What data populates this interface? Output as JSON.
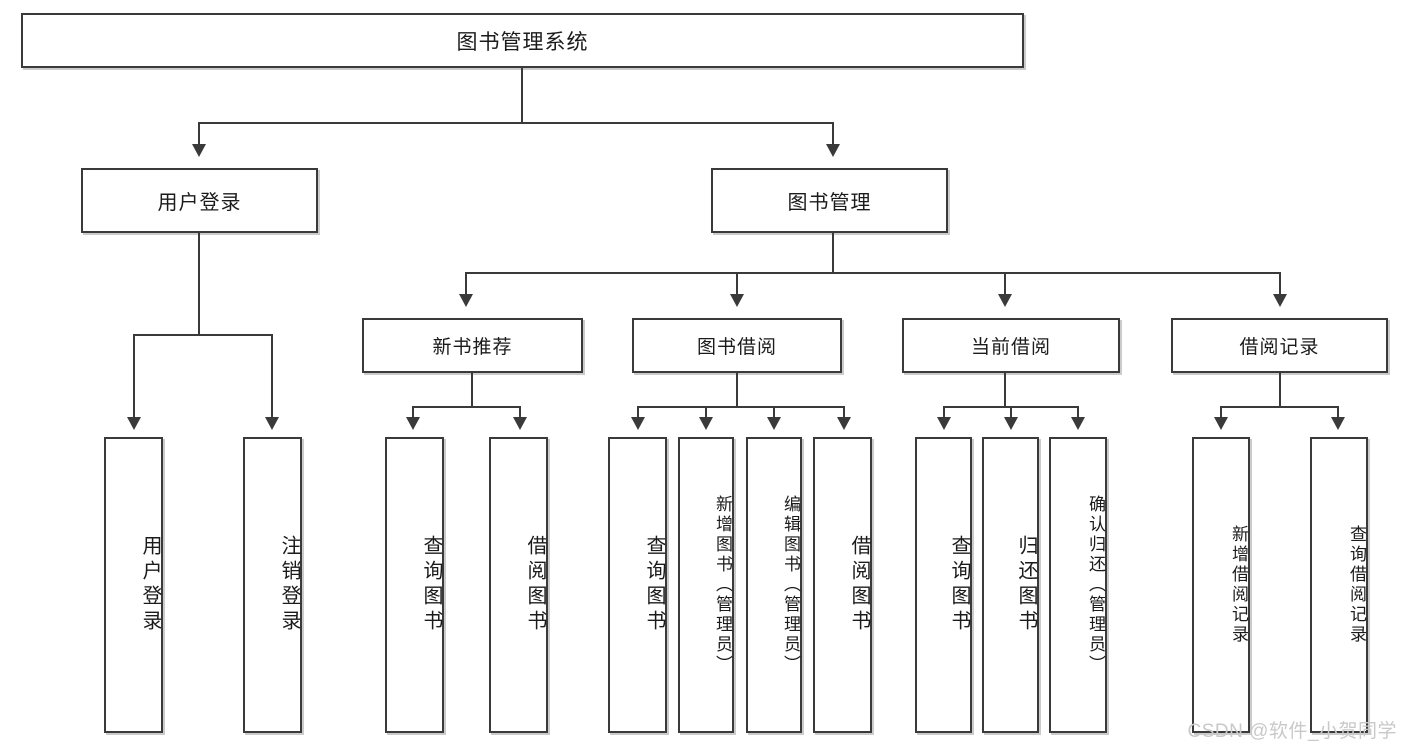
{
  "diagram": {
    "title": "图书管理系统",
    "type": "tree",
    "watermark": "CSDN @软件_小贺同学",
    "colors": {
      "box_border": "#3a3a3a",
      "box_fill": "#ffffff",
      "connector": "#3a3a3a",
      "text": "#1b1b1b",
      "watermark": "#c9c9c9",
      "background": "#ffffff"
    },
    "root": {
      "label": "图书管理系统"
    },
    "level2": [
      {
        "id": "user-login",
        "label": "用户登录"
      },
      {
        "id": "book-manage",
        "label": "图书管理"
      }
    ],
    "level3": [
      {
        "id": "new-book-recommend",
        "label": "新书推荐"
      },
      {
        "id": "book-borrow",
        "label": "图书借阅"
      },
      {
        "id": "current-borrow",
        "label": "当前借阅"
      },
      {
        "id": "borrow-record",
        "label": "借阅记录"
      }
    ],
    "leaves": {
      "user_login": [
        {
          "id": "leaf-user-login",
          "label": "用户登录"
        },
        {
          "id": "leaf-user-logout",
          "label": "注销登录"
        }
      ],
      "new_book_recommend": [
        {
          "id": "leaf-query-book-1",
          "label": "查询图书"
        },
        {
          "id": "leaf-borrow-book-1",
          "label": "借阅图书"
        }
      ],
      "book_borrow": [
        {
          "id": "leaf-query-book-2",
          "label": "查询图书"
        },
        {
          "id": "leaf-add-book",
          "label": "新增图书（管理员）"
        },
        {
          "id": "leaf-edit-book",
          "label": "编辑图书（管理员）"
        },
        {
          "id": "leaf-borrow-book-2",
          "label": "借阅图书"
        }
      ],
      "current_borrow": [
        {
          "id": "leaf-query-book-3",
          "label": "查询图书"
        },
        {
          "id": "leaf-return-book",
          "label": "归还图书"
        },
        {
          "id": "leaf-confirm-return",
          "label": "确认归还（管理员）"
        }
      ],
      "borrow_record": [
        {
          "id": "leaf-add-borrow-record",
          "label": "新增借阅记录"
        },
        {
          "id": "leaf-query-borrow-record",
          "label": "查询借阅记录"
        }
      ]
    }
  }
}
